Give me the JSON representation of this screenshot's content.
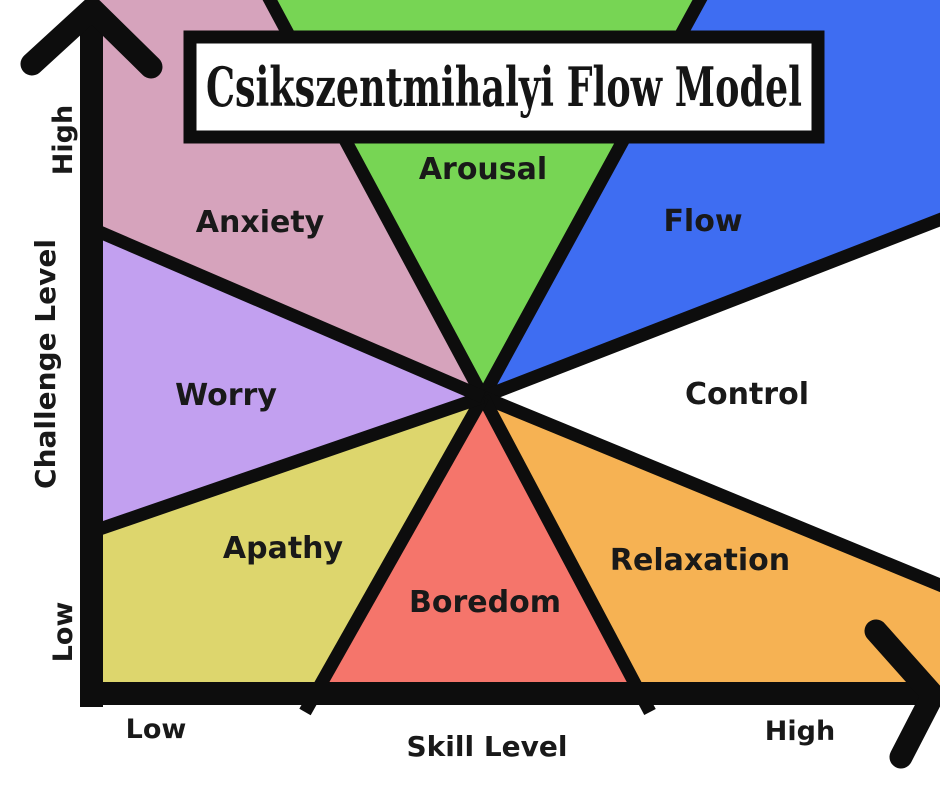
{
  "title": "Csikszentmihalyi Flow Model",
  "regions": {
    "anxiety": {
      "label": "Anxiety",
      "color": "#d6a3bc"
    },
    "arousal": {
      "label": "Arousal",
      "color": "#77d554"
    },
    "flow": {
      "label": "Flow",
      "color": "#3e6df2"
    },
    "control": {
      "label": "Control",
      "color": "#ffffff"
    },
    "relaxation": {
      "label": "Relaxation",
      "color": "#f6b253"
    },
    "boredom": {
      "label": "Boredom",
      "color": "#f5756b"
    },
    "apathy": {
      "label": "Apathy",
      "color": "#ddd66d"
    },
    "worry": {
      "label": "Worry",
      "color": "#c2a0f0"
    }
  },
  "axes": {
    "y": {
      "label": "Challenge Level",
      "low": "Low",
      "high": "High"
    },
    "x": {
      "label": "Skill Level",
      "low": "Low",
      "high": "High"
    }
  },
  "colors": {
    "line": "#0d0d0d",
    "background": "#ffffff",
    "title_box_bg": "#ffffff",
    "title_text": "#151515",
    "label_text": "#191919"
  }
}
